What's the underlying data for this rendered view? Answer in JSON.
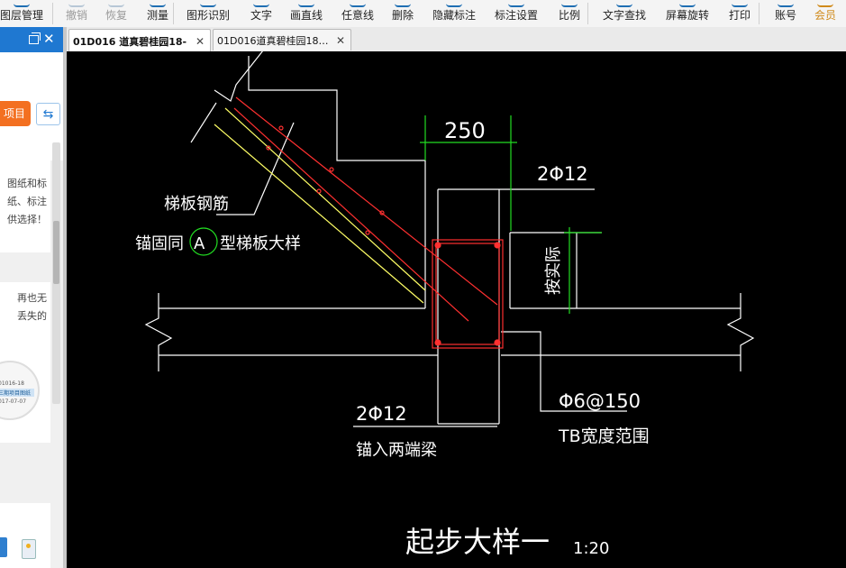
{
  "toolbar": {
    "items": [
      {
        "label": "图层管理",
        "disabled": false
      },
      {
        "label": "撤销",
        "disabled": true
      },
      {
        "label": "恢复",
        "disabled": true
      },
      {
        "label": "测量",
        "disabled": false
      },
      {
        "label": "图形识别",
        "disabled": false
      },
      {
        "label": "文字",
        "disabled": false
      },
      {
        "label": "画直线",
        "disabled": false
      },
      {
        "label": "任意线",
        "disabled": false
      },
      {
        "label": "删除",
        "disabled": false
      },
      {
        "label": "隐藏标注",
        "disabled": false
      },
      {
        "label": "标注设置",
        "disabled": false
      },
      {
        "label": "比例",
        "disabled": false
      },
      {
        "label": "文字查找",
        "disabled": false
      },
      {
        "label": "屏幕旋转",
        "disabled": false
      },
      {
        "label": "打印",
        "disabled": false
      },
      {
        "label": "账号",
        "disabled": false
      },
      {
        "label": "会员",
        "disabled": false
      }
    ]
  },
  "left_panel": {
    "button_label": "项目",
    "card1_lines": [
      "图纸和标",
      "纸、标注",
      "供选择！"
    ],
    "card2_lines": [
      "再也无",
      "丢失的"
    ],
    "thumb_lines": [
      "01016-18",
      "三期项目图纸",
      "017-07-07"
    ]
  },
  "tabs": [
    {
      "label": "01D016 道真碧桂园18-",
      "active": true
    },
    {
      "label": "01D016道真碧桂园18…",
      "active": false
    }
  ],
  "drawing": {
    "colors": {
      "yellow": "#ffff66",
      "white": "#ffffff",
      "red": "#ff3030",
      "green": "#22dd22"
    },
    "texts": {
      "dim_250": "250",
      "rebar_top": "2Φ12",
      "slab_rebar": "梯板钢筋",
      "anchor_prefix": "锚固同",
      "circle_letter": "A",
      "anchor_suffix": "型梯板大样",
      "by_actual": "按实际",
      "rebar_bottom": "2Φ12",
      "anchor_beam": "锚入两端梁",
      "stirrup": "Φ6@150",
      "tb_range": "TB宽度范围",
      "title": "起步大样一",
      "scale": "1:20"
    }
  }
}
